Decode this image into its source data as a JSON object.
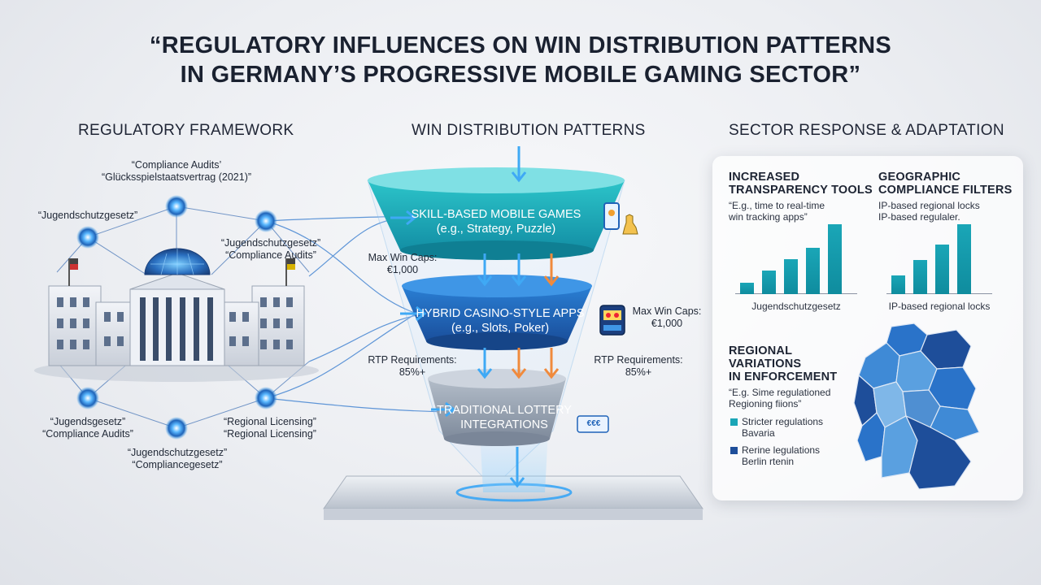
{
  "title": {
    "line1": "“REGULATORY INFLUENCES ON WIN DISTRIBUTION PATTERNS",
    "line2": "IN GERMANY’S PROGRESSIVE MOBILE GAMING SECTOR”"
  },
  "columns": {
    "left": "REGULATORY FRAMEWORK",
    "center": "WIN DISTRIBUTION PATTERNS",
    "right": "SECTOR RESPONSE & ADAPTATION"
  },
  "framework_nodes": {
    "top_line1": "“Compliance Audits’",
    "top_line2": "“Glücksspielstaatsvertrag (2021)”",
    "left_upper": "“Jugendschutzgesetz”",
    "right_upper_line1": "“Jugendschutzgesetz”",
    "right_upper_line2": "“Compliance Audits”",
    "left_lower_line1": "“Jugendsgesetz”",
    "left_lower_line2": "“Compliance Audits”",
    "right_lower_line1": "“Regional Licensing”",
    "right_lower_line2": "“Regional Licensing”",
    "bottom_line1": "“Jugendschutzgesetz”",
    "bottom_line2": "“Compliancegesetz”"
  },
  "funnel": {
    "tier1_title": "SKILL-BASED MOBILE GAMES",
    "tier1_sub": "(e.g., Strategy, Puzzle)",
    "tier2_title": "HYBRID CASINO-STYLE APPS",
    "tier2_sub": "(e.g., Slots, Poker)",
    "tier3_line1": "TRADITIONAL LOTTERY",
    "tier3_line2": "INTEGRATIONS",
    "ticket_text": "€€€",
    "left_cap_line1": "Max Win Caps:",
    "left_cap_line2": "€1,000",
    "right_cap_line1": "Max Win Caps:",
    "right_cap_line2": "€1,000",
    "left_rtp_line1": "RTP Requirements:",
    "left_rtp_line2": "85%+",
    "right_rtp_line1": "RTP Requirements:",
    "right_rtp_line2": "85%+"
  },
  "panel": {
    "tools_title_line1": "INCREASED",
    "tools_title_line2": "TRANSPARENCY TOOLS",
    "tools_sub_line1": "“E.g., time to real-time",
    "tools_sub_line2": "win tracking apps”",
    "filters_title_line1": "GEOGRAPHIC",
    "filters_title_line2": "COMPLIANCE FILTERS",
    "filters_sub_line1": "IP-based regional locks",
    "filters_sub_line2": "IP-based regulaler.",
    "regional_title_line1": "REGIONAL VARIATIONS",
    "regional_title_line2": "IN ENFORCEMENT",
    "regional_sub_line1": "“E.g. Sime regulationed",
    "regional_sub_line2": "Regioning fiions”",
    "legend1_line1": "Stricter regulations",
    "legend1_line2": "Bavaria",
    "legend2_line1": "Rerine legulations",
    "legend2_line2": "Berlin rtenin",
    "legend1_color": "#1aa6b7",
    "legend2_color": "#1e4e9a"
  },
  "chart_data": [
    {
      "type": "bar",
      "xlabel": "Jugendschutzgesetz",
      "values": [
        1,
        2,
        3,
        4,
        6
      ]
    },
    {
      "type": "bar",
      "xlabel": "IP-based regional locks",
      "values": [
        1.2,
        2.2,
        3.2,
        4.5
      ]
    }
  ],
  "colors": {
    "teal": "#1fb3c0",
    "blue": "#1f63b8",
    "gray": "#8e9aab",
    "glow": "#3fa9f5",
    "orange": "#f08a3c"
  }
}
